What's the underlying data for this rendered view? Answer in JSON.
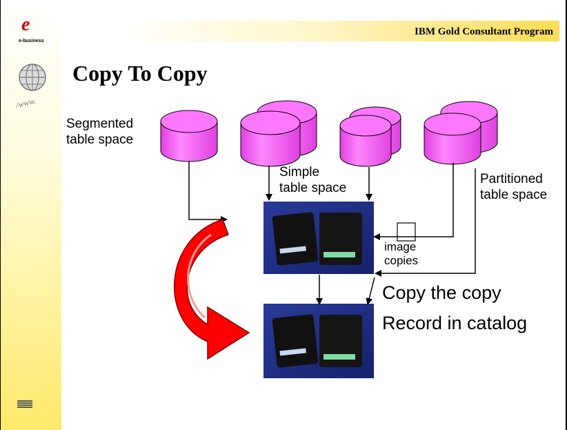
{
  "header": {
    "program_title": "IBM Gold Consultant Program"
  },
  "slide": {
    "title": "Copy To Copy"
  },
  "logos": {
    "ebusiness_text": "e-business",
    "www_text": "/www."
  },
  "labels": {
    "segmented": [
      "Segmented",
      "table space"
    ],
    "simple": [
      "Simple",
      "table space"
    ],
    "partitioned": [
      "Partitioned",
      "table space"
    ],
    "image_copies": [
      "image",
      "copies"
    ],
    "copy_the_copy": "Copy the copy",
    "record_in_catalog": "Record in catalog"
  },
  "colors": {
    "cylinder": "#ff66ff",
    "cylinder_dark": "#d000d0",
    "arrow_red": "#ff0000",
    "tape_bg": "#1f2f8a"
  }
}
